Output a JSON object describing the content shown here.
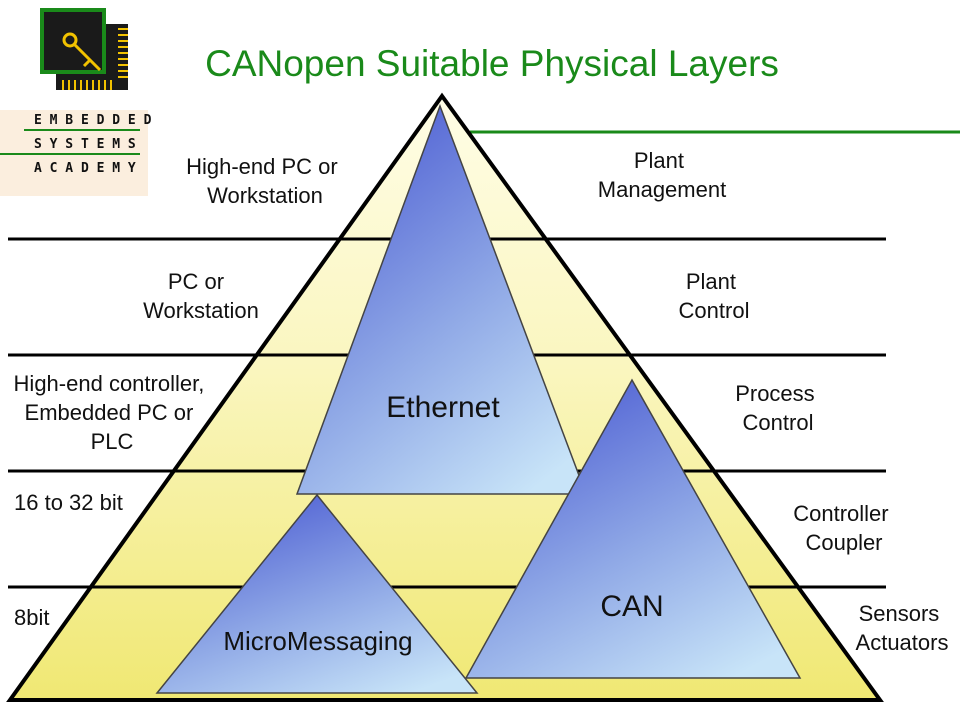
{
  "title": "CANopen Suitable Physical Layers",
  "logo": {
    "line1": "E M B E D D E D",
    "line2": "S Y S T E M S",
    "line3": "A C A D E M Y",
    "icon": "chip-with-key-icon"
  },
  "left_labels": [
    [
      "High-end PC or",
      "Workstation"
    ],
    [
      "PC or",
      "Workstation"
    ],
    [
      "High-end controller,",
      "Embedded PC or",
      "PLC"
    ],
    [
      "16 to 32 bit"
    ],
    [
      "8bit"
    ]
  ],
  "right_labels": [
    [
      "Plant",
      "Management"
    ],
    [
      "Plant",
      "Control"
    ],
    [
      "Process",
      "Control"
    ],
    [
      "Controller",
      "Coupler"
    ],
    [
      "Sensors",
      "Actuators"
    ]
  ],
  "technologies": {
    "ethernet": "Ethernet",
    "can": "CAN",
    "micromessaging": "MicroMessaging"
  },
  "colors": {
    "title": "#1a8a1a",
    "logo_green": "#1a8a1a",
    "logo_yellow": "#f2c200",
    "pyramid_fill": "#f5f0a6",
    "tech_dark": "#4a5ad2",
    "tech_light": "#c8e4f8"
  }
}
